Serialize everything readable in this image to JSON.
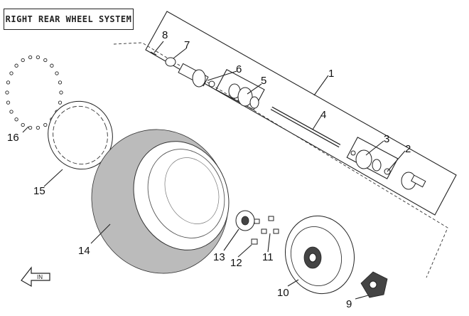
{
  "title": "RIGHT REAR WHEEL SYSTEM",
  "callouts": [
    {
      "id": "c1",
      "label": "1"
    },
    {
      "id": "c2",
      "label": "2"
    },
    {
      "id": "c3",
      "label": "3"
    },
    {
      "id": "c4",
      "label": "4"
    },
    {
      "id": "c5",
      "label": "5"
    },
    {
      "id": "c6",
      "label": "6"
    },
    {
      "id": "c7",
      "label": "7"
    },
    {
      "id": "c8",
      "label": "8"
    },
    {
      "id": "c9",
      "label": "9"
    },
    {
      "id": "c10",
      "label": "10"
    },
    {
      "id": "c11",
      "label": "11"
    },
    {
      "id": "c12",
      "label": "12"
    },
    {
      "id": "c13",
      "label": "13"
    },
    {
      "id": "c14",
      "label": "14"
    },
    {
      "id": "c15",
      "label": "15"
    },
    {
      "id": "c16",
      "label": "16"
    }
  ],
  "direction_arrow_label": "IN"
}
